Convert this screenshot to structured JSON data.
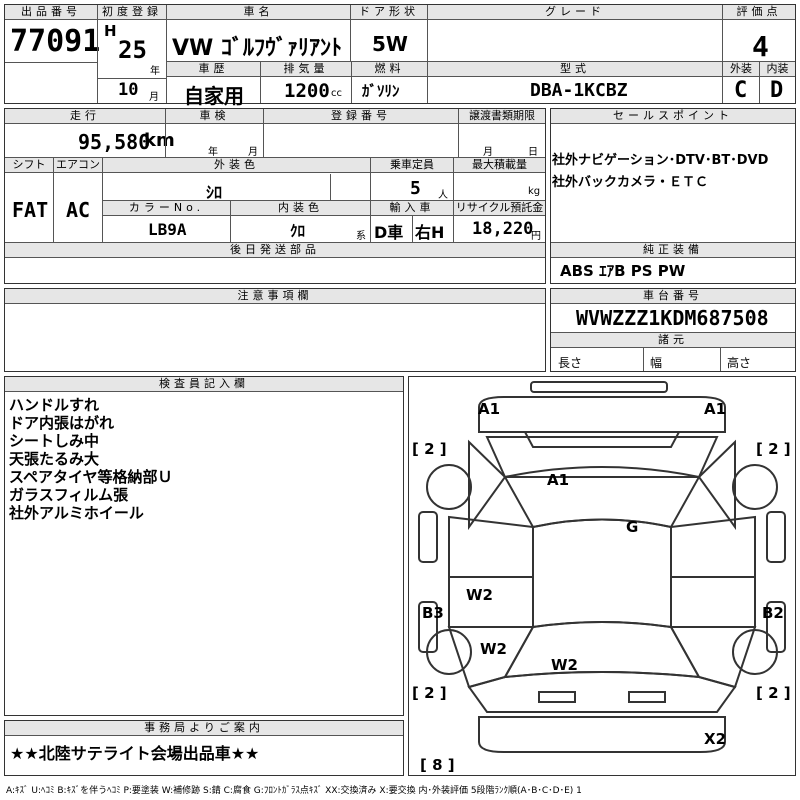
{
  "header": {
    "lot_no_label": "出品番号",
    "lot_no": "77091",
    "first_reg_label": "初度登録",
    "era": "H",
    "year": "25",
    "year_unit": "年",
    "month": "10",
    "month_unit": "月",
    "car_name_label": "車名",
    "car_name": "VW ｺﾞﾙﾌｳﾞｧﾘｱﾝﾄ",
    "door_label": "ドア形状",
    "door": "5W",
    "grade_label": "グレード",
    "grade": "",
    "score_label": "評価点",
    "score": "4",
    "history_label": "車歴",
    "history": "自家用",
    "displacement_label": "排気量",
    "displacement": "1200",
    "displacement_unit": "cc",
    "fuel_label": "燃料",
    "fuel": "ｶﾞｿﾘﾝ",
    "model_label": "型式",
    "model": "DBA-1KCBZ",
    "exterior_label": "外装",
    "exterior": "C",
    "interior_label": "内装",
    "interior": "D"
  },
  "row2": {
    "mileage_label": "走行",
    "mileage": "95,580",
    "mileage_unit": "km",
    "inspection_label": "車検",
    "insp_year_unit": "年",
    "insp_month_unit": "月",
    "reg_no_label": "登録番号",
    "transfer_label": "譲渡書類期限",
    "transfer_month_unit": "月",
    "transfer_day_unit": "日",
    "sales_label": "セールスポイント",
    "sales_points": [
      "社外ナビゲーション･DTV･BT･DVD",
      "社外バックカメラ・ＥＴＣ"
    ]
  },
  "row3": {
    "shift_label": "シフト",
    "shift": "FAT",
    "ac_label": "エアコン",
    "ac": "AC",
    "ext_color_label": "外装色",
    "ext_color": "ｼﾛ",
    "seats_label": "乗車定員",
    "seats": "5",
    "seats_unit": "人",
    "load_label": "最大積載量",
    "load_unit": "kg",
    "color_no_label": "カラーNo.",
    "color_no": "LB9A",
    "int_color_label": "内装色",
    "int_color": "ｸﾛ",
    "int_color_unit": "系",
    "import_label": "輸入車",
    "import_d": "D車",
    "import_side": "右H",
    "recycle_label": "リサイクル預託金",
    "recycle": "18,220",
    "recycle_unit": "円"
  },
  "parts_label": "後日発送部品",
  "genuine_label": "純正装備",
  "genuine": "ABS ｴｱB PS PW",
  "notes_label": "注意事項欄",
  "chassis_label": "車台番号",
  "chassis": "WVWZZZ1KDM687508",
  "specs_label": "諸元",
  "length_label": "長さ",
  "width_label": "幅",
  "height_label": "高さ",
  "inspector_label": "検査員記入欄",
  "inspector_notes": [
    "ハンドルすれ",
    "ドア内張はがれ",
    "シートしみ中",
    "天張たるみ大",
    "スペアタイヤ等格納部Ｕ",
    "ガラスフィルム張",
    "社外アルミホイール"
  ],
  "office_label": "事務局よりご案内",
  "office_note": "★★北陸サテライト会場出品車★★",
  "diagram": {
    "marks": [
      "A1",
      "A1",
      "A1",
      "G",
      "W2",
      "W2",
      "W2",
      "B3",
      "B2",
      "X2"
    ],
    "brackets": [
      "[ 2 ]",
      "[ 2 ]",
      "[ 2 ]",
      "[ 2 ]",
      "[ 8 ]"
    ]
  },
  "legend": "A:ｷｽﾞ U:ﾍｺﾐ B:ｷｽﾞを伴うﾍｺﾐ P:要塗装 W:補修跡 S:錆 C:腐食 G:ﾌﾛﾝﾄｶﾞﾗｽ点ｷｽﾞ XX:交換済み X:要交換 内･外装評価 5段階ﾗﾝｸ順(A･B･C･D･E) 1"
}
